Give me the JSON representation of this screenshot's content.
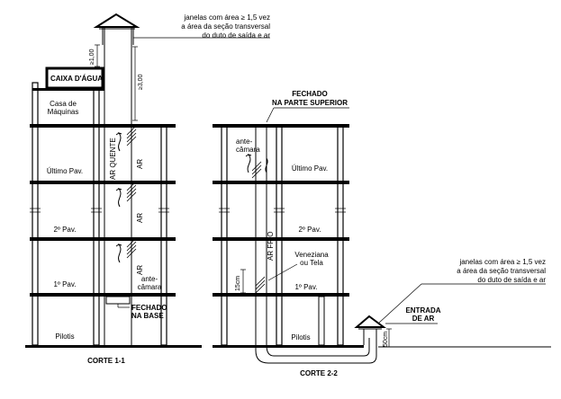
{
  "corte_1_1": {
    "caption": "CORTE 1-1",
    "note_top": [
      "janelas com área ≥ 1,5 vez",
      "a área da seção transversal",
      "do duto de saída e ar"
    ],
    "dim_chimney": "≥1,00",
    "dim_tank": "≥3,00",
    "caixa_dagua": "CAIXA D'ÁGUA",
    "casa_de_maquinas": [
      "Casa de",
      "Máquinas"
    ],
    "floors": [
      "Último Pav.",
      "2º Pav.",
      "1º Pav.",
      "Pilotis"
    ],
    "ar_quente": "AR QUENTE",
    "ar": "AR",
    "antecamara": [
      "ante-",
      "câmara"
    ],
    "fechado_na_base": [
      "FECHADO",
      "NA BASE"
    ]
  },
  "corte_2_2": {
    "caption": "CORTE 2-2",
    "fechado_top": [
      "FECHADO",
      "NA PARTE SUPERIOR"
    ],
    "antecamara": [
      "ante-",
      "câmara"
    ],
    "floors": [
      "Último Pav.",
      "2º Pav.",
      "1º Pav.",
      "Pilotis"
    ],
    "ar_frio": "AR FRIO",
    "veneziana": [
      "Veneziana",
      "ou Tela"
    ],
    "dim_15cm": "15cm",
    "dim_50cm": "50cm",
    "note_bottom": [
      "janelas com área ≥ 1,5 vez",
      "a área da seção transversal",
      "do duto de saída e ar"
    ],
    "entrada_de_ar": [
      "ENTRADA",
      "DE AR"
    ]
  }
}
